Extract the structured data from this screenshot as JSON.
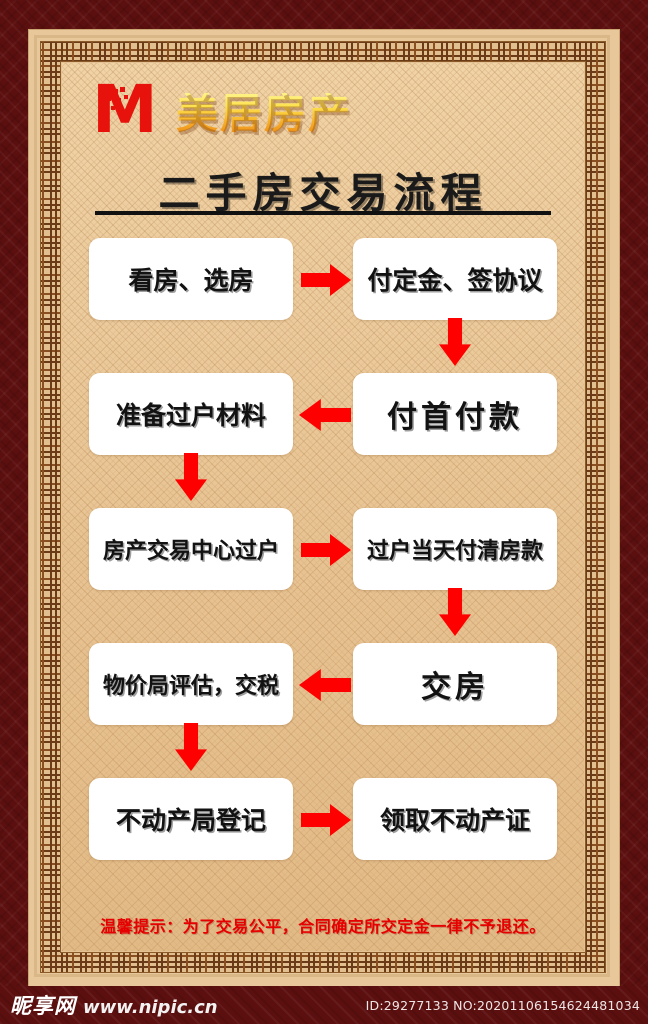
{
  "logo": {
    "mark_letter": "M",
    "company_name": "美居房产",
    "mark_color": "#e8120c",
    "name_gradient_top": "#fff48a",
    "name_gradient_bottom": "#e98010"
  },
  "title": "二手房交易流程",
  "flow": {
    "arrow_color": "#ff0000",
    "rows": [
      {
        "left": "看房、选房",
        "right": "付定金、签协议",
        "horizontal_arrow": "arrow-right",
        "down_arrow": "right"
      },
      {
        "left": "准备过户材料",
        "right": "付首付款",
        "horizontal_arrow": "arrow-left",
        "down_arrow": "left"
      },
      {
        "left": "房产交易中心过户",
        "right": "过户当天付清房款",
        "horizontal_arrow": "arrow-right",
        "down_arrow": "right"
      },
      {
        "left": "物价局评估，交税",
        "right": "交房",
        "horizontal_arrow": "arrow-left",
        "down_arrow": "left"
      },
      {
        "left": "不动产局登记",
        "right": "领取不动产证",
        "horizontal_arrow": "arrow-right",
        "down_arrow": null
      }
    ]
  },
  "note": "温馨提示：为了交易公平，合同确定所交定金一律不予退还。",
  "note_color": "#e60000",
  "footer": {
    "brand_cn": "昵享网",
    "brand_url": "www.nipic.cn",
    "meta": "ID:29277133 NO:20201106154624481034"
  }
}
